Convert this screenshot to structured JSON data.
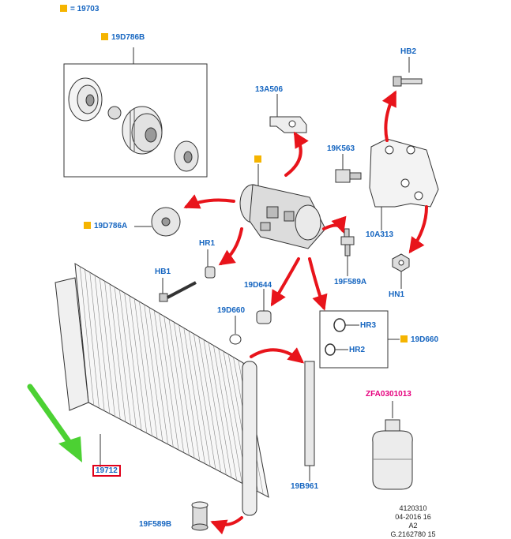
{
  "legend": {
    "text": "= 19703",
    "color": "#f5b400"
  },
  "labels": {
    "p19D786B": "19D786B",
    "p13A506": "13A506",
    "p19K563": "19K563",
    "pHB2": "HB2",
    "p19D786A": "19D786A",
    "pHR1": "HR1",
    "pHB1": "HB1",
    "p10A313": "10A313",
    "p19F589A": "19F589A",
    "pHN1": "HN1",
    "p19D644": "19D644",
    "p19D660a": "19D660",
    "pHR3": "HR3",
    "pHR2": "HR2",
    "p19D660b": "19D660",
    "pZFA": "ZFA0301013",
    "p19712": "19712",
    "p19B961": "19B961",
    "p19F589B": "19F589B"
  },
  "stamp": {
    "line1": "4120310",
    "line2": "04-2016 16",
    "line3": "A2",
    "line4": "G.2162780 15"
  },
  "colors": {
    "label_blue": "#1565c0",
    "callout_square": "#f5b400",
    "arrow_red": "#e8141b",
    "pointer_green": "#4cd133",
    "tank_label": "#e6007e",
    "highlight_box": "#e0001a"
  }
}
